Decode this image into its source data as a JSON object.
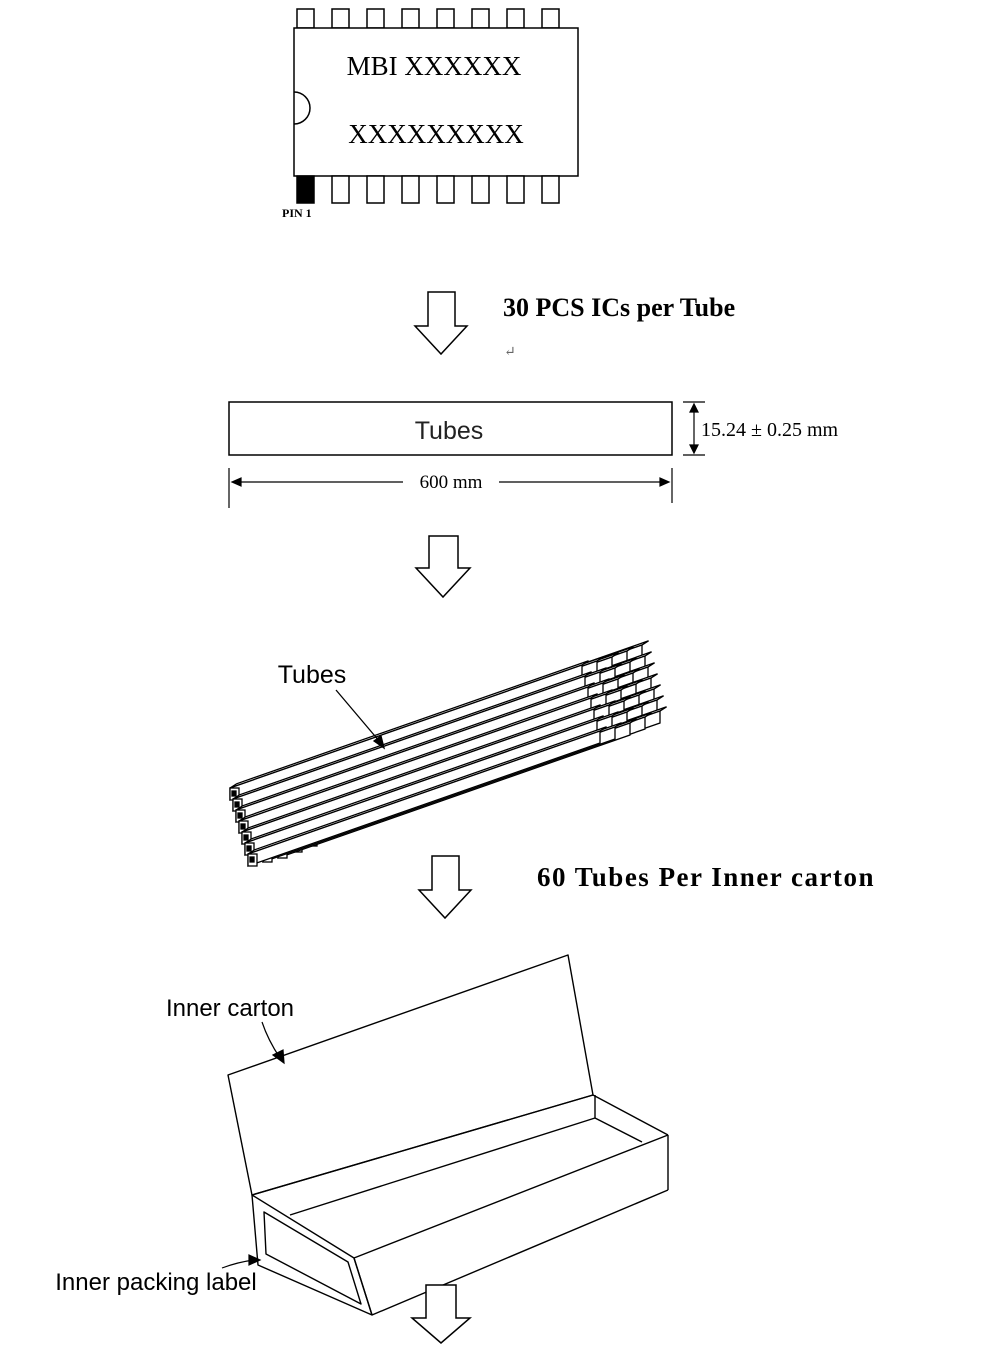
{
  "chip": {
    "line1": "MBI XXXXXX",
    "line2": "XXXXXXXXX",
    "pin_label": "PIN 1"
  },
  "step1": {
    "label": "30 PCS ICs per Tube",
    "return_mark": "↵"
  },
  "tube": {
    "label": "Tubes",
    "height_dim": "15.24 ± 0.25 mm",
    "length_dim": "600 mm"
  },
  "bundle": {
    "label": "Tubes"
  },
  "step2": {
    "label": "60 Tubes Per Inner carton"
  },
  "carton": {
    "label": "Inner carton",
    "packing_label": "Inner packing label"
  },
  "colors": {
    "line": "#000000",
    "background": "#ffffff",
    "pin1": "#000000"
  }
}
